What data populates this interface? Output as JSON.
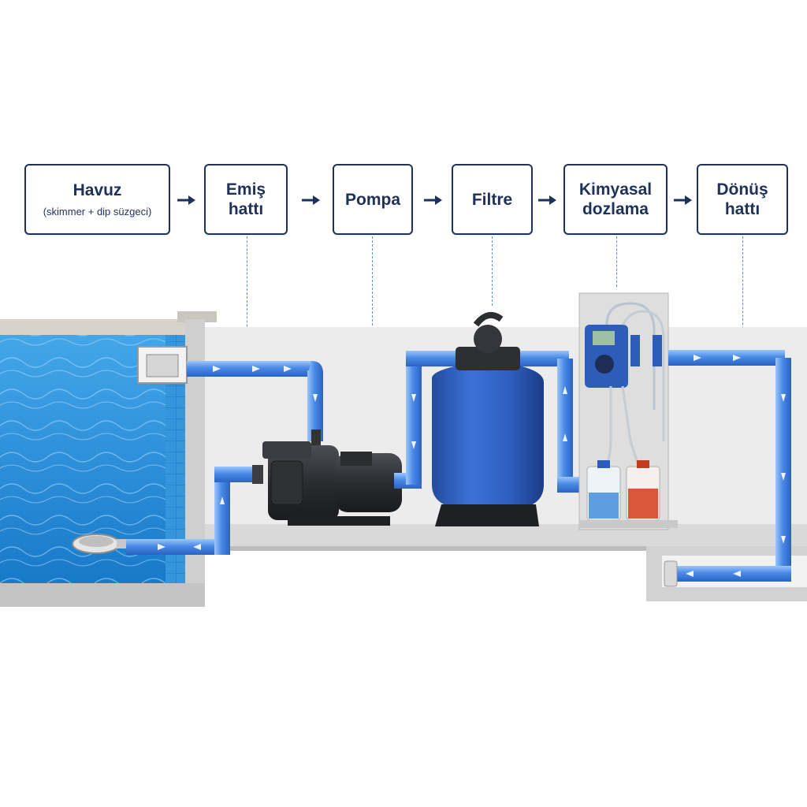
{
  "steps": [
    {
      "id": "havuz",
      "label": "Havuz",
      "sublabel": "(skimmer + dip süzgeci)"
    },
    {
      "id": "emis",
      "label": "Emiş\nhattı"
    },
    {
      "id": "pompa",
      "label": "Pompa"
    },
    {
      "id": "filtre",
      "label": "Filtre"
    },
    {
      "id": "kimyasal",
      "label": "Kimyasal\ndozlama"
    },
    {
      "id": "donus",
      "label": "Dönüş\nhattı"
    }
  ],
  "colors": {
    "box_border": "#1e3158",
    "pipe": "#3f7fe0",
    "pipe_light": "#8dbaf5",
    "water": "#2d8fd8",
    "filter_tank": "#2f5fc0",
    "pump": "#2b2d31",
    "guide_line": "#5b8fc9",
    "chemical_blue": "#5e9ee0",
    "chemical_red": "#d9583c"
  },
  "icons": [
    "skimmer-icon",
    "main-drain-icon",
    "pump-icon",
    "sand-filter-icon",
    "dosing-pump-icon",
    "chemical-tank-icon",
    "return-inlet-icon"
  ]
}
